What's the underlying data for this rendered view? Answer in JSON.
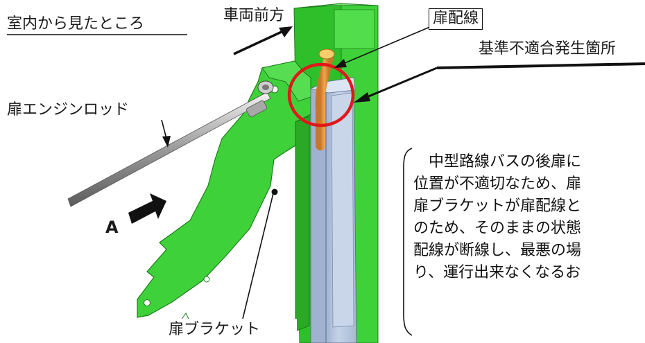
{
  "labels": {
    "view_from_inside": "室内から見たところ",
    "vehicle_front": "車両前方",
    "door_wiring": "扉配線",
    "nonconformance_location": "基準不適合発生箇所",
    "door_engine_rod": "扉エンジンロッド",
    "view_a": "A",
    "door_bracket": "扉ブラケット"
  },
  "description_lines": [
    "　中型路線バスの後扉に",
    "位置が不適切なため、扉",
    "扉ブラケットが扉配線と",
    "のため、そのままの状態",
    "配線が断線し、最悪の場",
    "り、運行出来なくなるお"
  ],
  "colors": {
    "bracket_green": "#3fd13a",
    "pillar_steel": "#b8c8df",
    "wiring_orange": "#e8993a",
    "highlight_red": "#e0181b",
    "arrow_black": "#111111"
  }
}
